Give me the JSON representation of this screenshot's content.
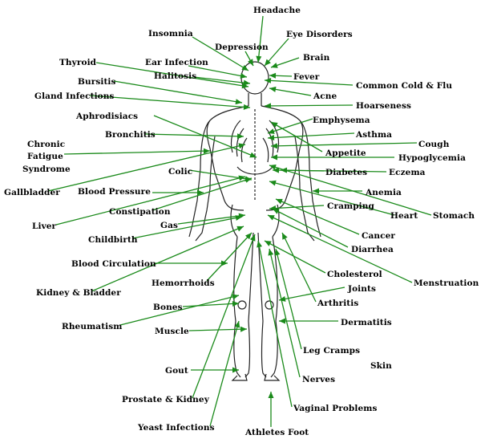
{
  "colors": {
    "arrow": "#1a8a1a",
    "body_outline": "#222222",
    "text": "#000000"
  },
  "labels": {
    "headache": "Headache",
    "insomnia": "Insomnia",
    "depression": "Depression",
    "eye_disorders": "Eye Disorders",
    "brain": "Brain",
    "thyroid": "Thyroid",
    "ear_infection": "Ear Infection",
    "fever": "Fever",
    "bursitis": "Bursitis",
    "halitosis": "Halitosis",
    "common_cold_flu": "Common Cold & Flu",
    "gland_infections": "Gland Infections",
    "acne": "Acne",
    "hoarseness": "Hoarseness",
    "aphrodisiacs": "Aphrodisiacs",
    "emphysema": "Emphysema",
    "bronchitis": "Bronchitis",
    "asthma": "Asthma",
    "chronic": "Chronic",
    "fatigue": "Fatigue",
    "syndrome": "Syndrome",
    "cough": "Cough",
    "appetite": "Appetite",
    "hypoglycemia": "Hypoglycemia",
    "colic": "Colic",
    "diabetes": "Diabetes",
    "eczema": "Eczema",
    "gallbladder": "Gallbladder",
    "blood_pressure": "Blood Pressure",
    "anemia": "Anemia",
    "constipation": "Constipation",
    "cramping": "Cramping",
    "heart": "Heart",
    "stomach": "Stomach",
    "liver": "Liver",
    "gas": "Gas",
    "cancer": "Cancer",
    "childbirth": "Childbirth",
    "diarrhea": "Diarrhea",
    "blood_circulation": "Blood Circulation",
    "cholesterol": "Cholesterol",
    "menstruation": "Menstruation",
    "kidney_bladder": "Kidney & Bladder",
    "hemorrhoids": "Hemorrhoids",
    "joints": "Joints",
    "bones": "Bones",
    "arthritis": "Arthritis",
    "rheumatism": "Rheumatism",
    "dermatitis": "Dermatitis",
    "muscle": "Muscle",
    "leg_cramps": "Leg Cramps",
    "skin": "Skin",
    "gout": "Gout",
    "nerves": "Nerves",
    "prostate_kidney": "Prostate & Kidney",
    "vaginal_problems": "Vaginal Problems",
    "yeast_infections": "Yeast Infections",
    "athletes_foot": "Athletes Foot"
  }
}
